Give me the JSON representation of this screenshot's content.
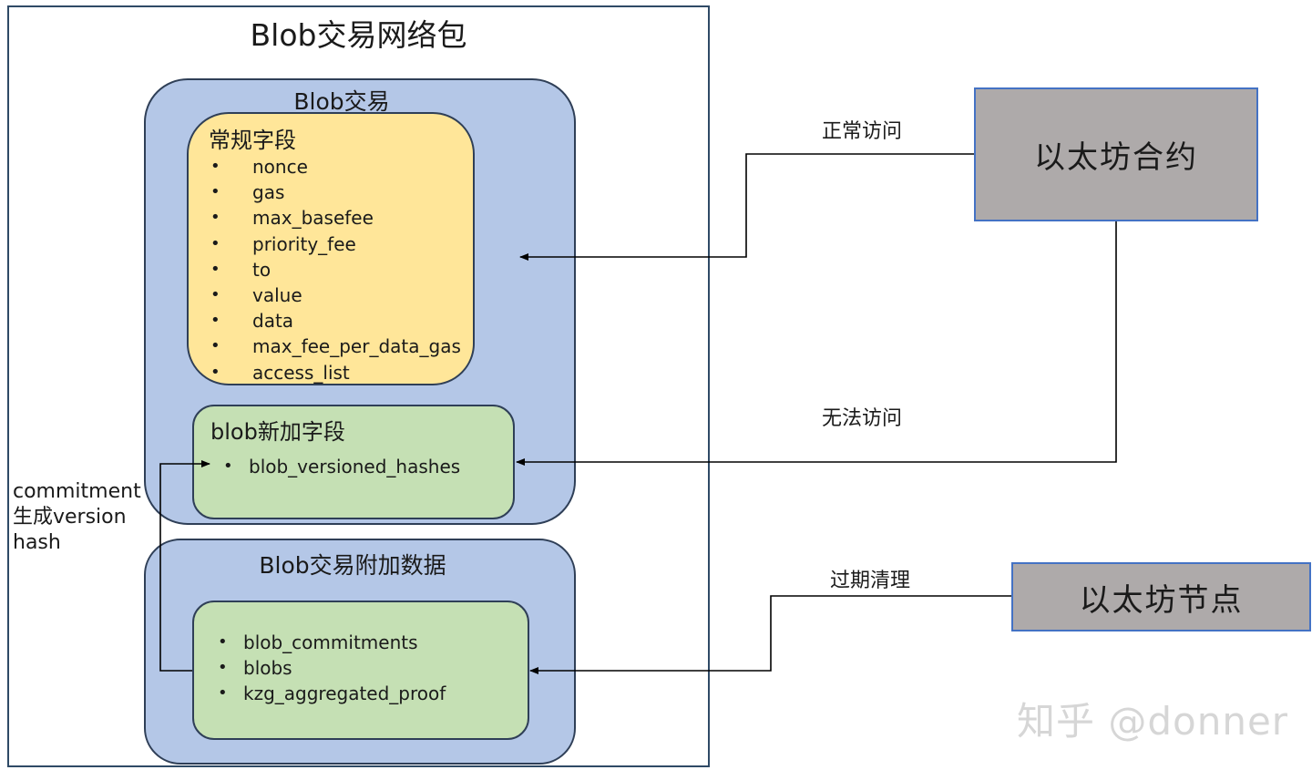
{
  "outer_title": "Blob交易网络包",
  "tx_box": {
    "title": "Blob交易"
  },
  "regular_fields": {
    "title": "常规字段",
    "items": [
      "nonce",
      "gas",
      "max_basefee",
      "priority_fee",
      "to",
      "value",
      "data",
      "max_fee_per_data_gas",
      "access_list"
    ]
  },
  "blob_new_fields": {
    "title": "blob新加字段",
    "items": [
      "blob_versioned_hashes"
    ]
  },
  "extra_data": {
    "title": "Blob交易附加数据",
    "items": [
      "blob_commitments",
      "blobs",
      "kzg_aggregated_proof"
    ]
  },
  "contract": {
    "label": "以太坊合约"
  },
  "node": {
    "label": "以太坊节点"
  },
  "edges": {
    "normal_access": "正常访问",
    "no_access": "无法访问",
    "expire_cleanup": "过期清理"
  },
  "side_note": {
    "line1": "commitment",
    "line2": "生成version",
    "line3": "hash"
  },
  "watermark": "知乎 @donner",
  "colors": {
    "blue_fill": "#b4c7e7",
    "yellow_fill": "#ffe699",
    "green_fill": "#c5e0b4",
    "gray_fill": "#aeaaaa",
    "gray_border": "#4472c4"
  }
}
